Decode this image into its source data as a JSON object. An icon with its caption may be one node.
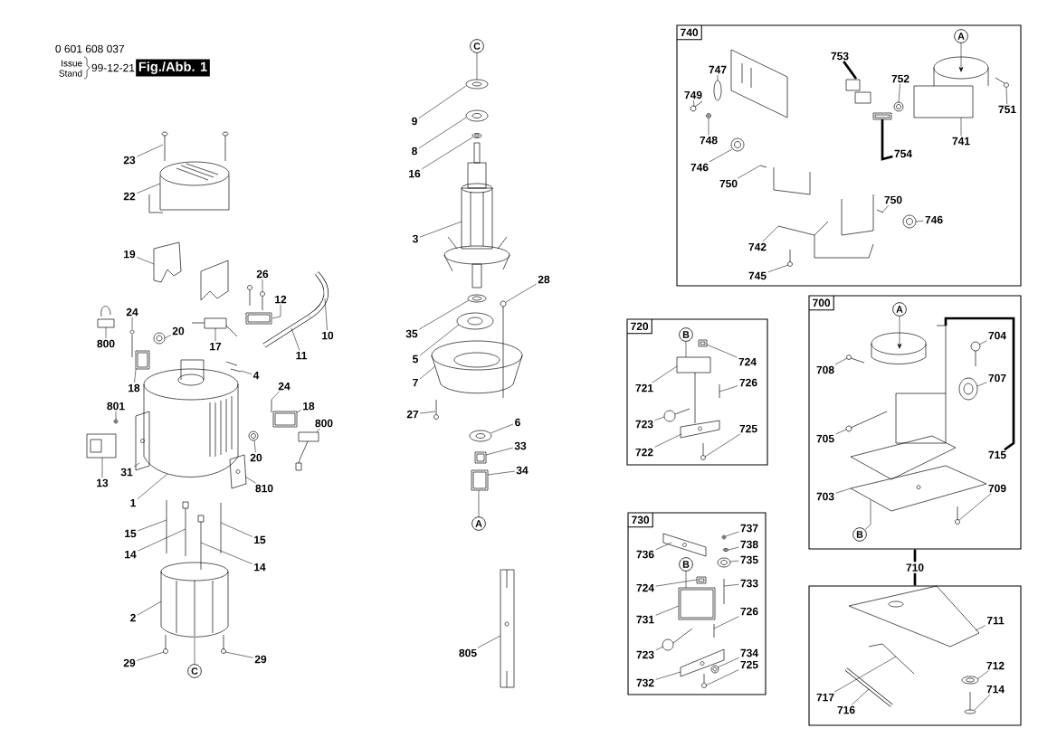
{
  "diagram": {
    "nodes": [
      {
        "text": [
          "Fig./Abb. 1"
        ]
      },
      {
        "text": [
          "23"
        ]
      },
      {
        "text": [],
        "shape": "picture"
      },
      {
        "text": [
          "22"
        ]
      },
      {
        "text": [],
        "shape": "picture"
      },
      {
        "text": [
          "19"
        ]
      },
      {
        "text": [],
        "shape": "picture"
      },
      {
        "text": [
          "26"
        ]
      },
      {
        "text": [],
        "shape": "picture"
      },
      {
        "text": [
          "12"
        ]
      },
      {
        "text": [],
        "shape": "picture"
      },
      {
        "text": [
          "10"
        ]
      },
      {
        "text": [],
        "shape": "picture"
      },
      {
        "text": [
          "24"
        ]
      },
      {
        "text": [],
        "shape": "picture"
      },
      {
        "text": [
          "20"
        ]
      },
      {
        "text": [],
        "shape": "picture"
      },
      {
        "text": [
          "800"
        ]
      },
      {
        "text": [],
        "shape": "picture"
      },
      {
        "text": [
          "17"
        ]
      },
      {
        "text": [],
        "shape": "picture"
      },
      {
        "text": [
          "11"
        ]
      },
      {
        "text": [],
        "shape": "picture"
      },
      {
        "text": [
          "4"
        ]
      },
      {
        "text": [],
        "shape": "picture"
      },
      {
        "text": [
          "18"
        ]
      },
      {
        "text": [],
        "shape": "picture"
      },
      {
        "text": [
          "801"
        ]
      },
      {
        "text": [],
        "shape": "picture"
      },
      {
        "text": [
          "24"
        ]
      },
      {
        "text": [],
        "shape": "picture"
      },
      {
        "text": [
          "18"
        ]
      },
      {
        "text": [],
        "shape": "picture"
      },
      {
        "text": [
          "800"
        ]
      },
      {
        "text": [],
        "shape": "picture"
      },
      {
        "text": [
          "31"
        ]
      },
      {
        "text": [],
        "shape": "picture"
      },
      {
        "text": [
          "13"
        ]
      },
      {
        "text": [],
        "shape": "picture"
      },
      {
        "text": [
          "20"
        ]
      },
      {
        "text": [],
        "shape": "picture"
      },
      {
        "text": [
          "810"
        ]
      },
      {
        "text": [],
        "shape": "picture"
      },
      {
        "text": [
          "1"
        ]
      },
      {
        "text": [],
        "shape": "picture"
      },
      {
        "text": [
          "15"
        ]
      },
      {
        "text": [],
        "shape": "picture"
      },
      {
        "text": [
          "14"
        ]
      },
      {
        "text": [],
        "shape": "picture"
      },
      {
        "text": [
          "15"
        ]
      },
      {
        "text": [],
        "shape": "picture"
      },
      {
        "text": [
          "14"
        ]
      },
      {
        "text": [],
        "shape": "picture"
      },
      {
        "text": [
          "2"
        ]
      },
      {
        "text": [],
        "shape": "picture"
      },
      {
        "text": [
          "29"
        ]
      },
      {
        "text": [],
        "shape": "picture"
      },
      {
        "text": [
          "C"
        ]
      },
      {
        "text": [
          "29"
        ]
      },
      {
        "text": [],
        "shape": "picture"
      },
      {
        "text": [
          "C"
        ]
      },
      {
        "text": [
          "9"
        ]
      },
      {
        "text": [],
        "shape": "picture"
      },
      {
        "text": [
          "8"
        ]
      },
      {
        "text": [],
        "shape": "picture"
      },
      {
        "text": [
          "16"
        ]
      },
      {
        "text": [],
        "shape": "picture"
      },
      {
        "text": [
          "3"
        ]
      },
      {
        "text": [],
        "shape": "picture"
      },
      {
        "text": [
          "28"
        ]
      },
      {
        "text": [],
        "shape": "picture"
      },
      {
        "text": [
          "35"
        ]
      },
      {
        "text": [],
        "shape": "picture"
      },
      {
        "text": [
          "5"
        ]
      },
      {
        "text": [],
        "shape": "picture"
      },
      {
        "text": [
          "7"
        ]
      },
      {
        "text": [],
        "shape": "picture"
      },
      {
        "text": [
          "27"
        ]
      },
      {
        "text": [],
        "shape": "picture"
      },
      {
        "text": [
          "6"
        ]
      },
      {
        "text": [],
        "shape": "picture"
      },
      {
        "text": [
          "33"
        ]
      },
      {
        "text": [],
        "shape": "picture"
      },
      {
        "text": [
          "34"
        ]
      },
      {
        "text": [],
        "shape": "picture"
      },
      {
        "text": [
          "A"
        ]
      },
      {
        "text": [
          "805"
        ]
      },
      {
        "text": [],
        "shape": "picture"
      },
      {
        "text": [
          "740"
        ]
      },
      {
        "text": [
          "A"
        ],
        "in": 88
      },
      {
        "text": [
          "753"
        ],
        "in": 88
      },
      {
        "text": [],
        "shape": "picture",
        "in": 88
      },
      {
        "text": [
          "747"
        ],
        "in": 88
      },
      {
        "text": [],
        "shape": "picture",
        "in": 88
      },
      {
        "text": [
          "752"
        ],
        "in": 88
      },
      {
        "text": [],
        "shape": "picture",
        "in": 88
      },
      {
        "text": [
          "749"
        ],
        "in": 88
      },
      {
        "text": [],
        "shape": "picture",
        "in": 88
      },
      {
        "text": [
          "751"
        ],
        "in": 88
      },
      {
        "text": [],
        "shape": "picture",
        "in": 88
      },
      {
        "text": [
          "748"
        ],
        "in": 88
      },
      {
        "text": [],
        "shape": "picture",
        "in": 88
      },
      {
        "text": [
          "741"
        ],
        "in": 88
      },
      {
        "text": [],
        "shape": "picture",
        "in": 88
      },
      {
        "text": [
          "746"
        ],
        "in": 88
      },
      {
        "text": [],
        "shape": "picture",
        "in": 88
      },
      {
        "text": [
          "754"
        ],
        "in": 88
      },
      {
        "text": [],
        "shape": "picture",
        "in": 88
      },
      {
        "text": [
          "750"
        ],
        "in": 88
      },
      {
        "text": [],
        "shape": "picture",
        "in": 88
      },
      {
        "text": [
          "750"
        ],
        "in": 88
      },
      {
        "text": [],
        "shape": "picture",
        "in": 88
      },
      {
        "text": [
          "746"
        ],
        "in": 88
      },
      {
        "text": [],
        "shape": "picture",
        "in": 88
      },
      {
        "text": [
          "742"
        ],
        "in": 88
      },
      {
        "text": [],
        "shape": "picture",
        "in": 88
      },
      {
        "text": [
          "745"
        ],
        "in": 88
      },
      {
        "text": [],
        "shape": "picture",
        "in": 88
      },
      {
        "text": [
          "720"
        ]
      },
      {
        "text": [
          "B"
        ],
        "in": 118
      },
      {
        "text": [
          "724"
        ],
        "in": 118
      },
      {
        "text": [],
        "shape": "picture",
        "in": 118
      },
      {
        "text": [
          "721"
        ],
        "in": 118
      },
      {
        "text": [],
        "shape": "picture",
        "in": 118
      },
      {
        "text": [
          "726"
        ],
        "in": 118
      },
      {
        "text": [],
        "shape": "picture",
        "in": 118
      },
      {
        "text": [
          "723"
        ],
        "in": 118
      },
      {
        "text": [],
        "shape": "picture",
        "in": 118
      },
      {
        "text": [
          "725"
        ],
        "in": 118
      },
      {
        "text": [],
        "shape": "picture",
        "in": 118
      },
      {
        "text": [
          "722"
        ],
        "in": 118
      },
      {
        "text": [],
        "shape": "picture",
        "in": 118
      },
      {
        "text": [
          "730"
        ]
      },
      {
        "text": [
          "736"
        ],
        "in": 132
      },
      {
        "text": [],
        "shape": "picture",
        "in": 132
      },
      {
        "text": [
          "737"
        ],
        "in": 132
      },
      {
        "text": [],
        "shape": "picture",
        "in": 132
      },
      {
        "text": [
          "738"
        ],
        "in": 132
      },
      {
        "text": [],
        "shape": "picture",
        "in": 132
      },
      {
        "text": [
          "735"
        ],
        "in": 132
      },
      {
        "text": [],
        "shape": "picture",
        "in": 132
      },
      {
        "text": [
          "B"
        ],
        "in": 132
      },
      {
        "text": [
          "724"
        ],
        "in": 132
      },
      {
        "text": [],
        "shape": "picture",
        "in": 132
      },
      {
        "text": [
          "733"
        ],
        "in": 132
      },
      {
        "text": [],
        "shape": "picture",
        "in": 132
      },
      {
        "text": [
          "731"
        ],
        "in": 132
      },
      {
        "text": [],
        "shape": "picture",
        "in": 132
      },
      {
        "text": [
          "726"
        ],
        "in": 132
      },
      {
        "text": [],
        "shape": "picture",
        "in": 132
      },
      {
        "text": [
          "723"
        ],
        "in": 132
      },
      {
        "text": [],
        "shape": "picture",
        "in": 132
      },
      {
        "text": [
          "734"
        ],
        "in": 132
      },
      {
        "text": [],
        "shape": "picture",
        "in": 132
      },
      {
        "text": [
          "725"
        ],
        "in": 132
      },
      {
        "text": [],
        "shape": "picture",
        "in": 132
      },
      {
        "text": [
          "732"
        ],
        "in": 132
      },
      {
        "text": [],
        "shape": "picture",
        "in": 132
      },
      {
        "text": [
          "700"
        ]
      },
      {
        "text": [
          "A"
        ],
        "in": 158
      },
      {
        "text": [
          "704"
        ],
        "in": 158
      },
      {
        "text": [],
        "shape": "picture",
        "in": 158
      },
      {
        "text": [
          "708"
        ],
        "in": 158
      },
      {
        "text": [],
        "shape": "picture",
        "in": 158
      },
      {
        "text": [
          "707"
        ],
        "in": 158
      },
      {
        "text": [],
        "shape": "picture",
        "in": 158
      },
      {
        "text": [
          "705"
        ],
        "in": 158
      },
      {
        "text": [],
        "shape": "picture",
        "in": 158
      },
      {
        "text": [
          "715"
        ],
        "in": 158
      },
      {
        "text": [],
        "shape": "picture",
        "in": 158
      },
      {
        "text": [
          "703"
        ],
        "in": 158
      },
      {
        "text": [],
        "shape": "picture",
        "in": 158
      },
      {
        "text": [
          "709"
        ],
        "in": 158
      },
      {
        "text": [],
        "shape": "picture",
        "in": 158
      },
      {
        "text": [
          "B"
        ],
        "in": 158
      },
      {
        "text": [],
        "shape": "box"
      },
      {
        "text": [
          "711"
        ],
        "in": 175
      },
      {
        "text": [],
        "shape": "picture",
        "in": 175
      },
      {
        "text": [
          "712"
        ],
        "in": 175
      },
      {
        "text": [],
        "shape": "picture",
        "in": 175
      },
      {
        "text": [
          "717"
        ],
        "in": 175
      },
      {
        "text": [],
        "shape": "picture",
        "in": 175
      },
      {
        "text": [
          "714"
        ],
        "in": 175
      },
      {
        "text": [],
        "shape": "picture",
        "in": 175
      },
      {
        "text": [
          "716"
        ],
        "in": 175
      },
      {
        "text": [],
        "shape": "picture",
        "in": 175
      }
    ],
    "edges": [
      {
        "from": 1,
        "to": 2,
        "arrow": "none"
      },
      {
        "from": 3,
        "to": 4,
        "arrow": "none"
      },
      {
        "from": 5,
        "to": 6,
        "arrow": "none"
      },
      {
        "from": 7,
        "to": 8,
        "arrow": "none"
      },
      {
        "from": 9,
        "to": 10,
        "arrow": "none"
      },
      {
        "from": 11,
        "to": 12,
        "arrow": "none"
      },
      {
        "from": 13,
        "to": 14,
        "arrow": "none"
      },
      {
        "from": 15,
        "to": 16,
        "arrow": "none"
      },
      {
        "from": 17,
        "to": 18,
        "arrow": "none"
      },
      {
        "from": 19,
        "to": 20,
        "arrow": "none"
      },
      {
        "from": 21,
        "to": 22,
        "arrow": "none"
      },
      {
        "from": 23,
        "to": 24,
        "arrow": "none"
      },
      {
        "from": 25,
        "to": 26,
        "arrow": "none"
      },
      {
        "from": 27,
        "to": 28,
        "arrow": "none"
      },
      {
        "from": 29,
        "to": 30,
        "arrow": "none"
      },
      {
        "from": 31,
        "to": 32,
        "arrow": "none"
      },
      {
        "from": 33,
        "to": 34,
        "arrow": "none"
      },
      {
        "from": 35,
        "to": 36,
        "arrow": "none"
      },
      {
        "from": 37,
        "to": 38,
        "arrow": "none"
      },
      {
        "from": 39,
        "to": 40,
        "arrow": "none"
      },
      {
        "from": 41,
        "to": 42,
        "arrow": "none"
      },
      {
        "from": 43,
        "to": 44,
        "arrow": "none"
      },
      {
        "from": 45,
        "to": 46,
        "arrow": "none"
      },
      {
        "from": 47,
        "to": 48,
        "arrow": "none"
      },
      {
        "from": 49,
        "to": 50,
        "arrow": "none"
      },
      {
        "from": 51,
        "to": 52,
        "arrow": "none"
      },
      {
        "from": 53,
        "to": 54,
        "arrow": "none"
      },
      {
        "from": 55,
        "to": 56,
        "arrow": "none"
      },
      {
        "from": 57,
        "to": 54,
        "arrow": "none"
      },
      {
        "from": 58,
        "to": 59,
        "arrow": "none"
      },
      {
        "from": 60,
        "to": 62,
        "arrow": "none"
      },
      {
        "from": 61,
        "to": 62,
        "arrow": "none"
      },
      {
        "from": 63,
        "to": 64,
        "arrow": "none"
      },
      {
        "from": 65,
        "to": 66,
        "arrow": "none"
      },
      {
        "from": 67,
        "to": 68,
        "arrow": "none"
      },
      {
        "from": 69,
        "to": 70,
        "arrow": "none"
      },
      {
        "from": 71,
        "to": 72,
        "arrow": "none"
      },
      {
        "from": 73,
        "to": 74,
        "arrow": "none"
      },
      {
        "from": 75,
        "to": 76,
        "arrow": "none"
      },
      {
        "from": 77,
        "to": 78,
        "arrow": "none"
      },
      {
        "from": 79,
        "to": 80,
        "arrow": "none"
      },
      {
        "from": 81,
        "to": 82,
        "arrow": "none"
      },
      {
        "from": 83,
        "to": 84,
        "arrow": "none"
      },
      {
        "from": 85,
        "to": 84,
        "arrow": "none"
      },
      {
        "from": 86,
        "to": 87,
        "arrow": "none"
      },
      {
        "from": 89,
        "to": 103,
        "arrow": "to"
      },
      {
        "from": 90,
        "to": 91,
        "arrow": "none",
        "style": "thick"
      },
      {
        "from": 92,
        "to": 93,
        "arrow": "none"
      },
      {
        "from": 94,
        "to": 95,
        "arrow": "none"
      },
      {
        "from": 96,
        "to": 97,
        "arrow": "none"
      },
      {
        "from": 98,
        "to": 99,
        "arrow": "none"
      },
      {
        "from": 100,
        "to": 101,
        "arrow": "none"
      },
      {
        "from": 102,
        "to": 103,
        "arrow": "none"
      },
      {
        "from": 104,
        "to": 105,
        "arrow": "none"
      },
      {
        "from": 106,
        "to": 107,
        "arrow": "none",
        "style": "thick"
      },
      {
        "from": 108,
        "to": 109,
        "arrow": "none"
      },
      {
        "from": 110,
        "to": 111,
        "arrow": "none"
      },
      {
        "from": 112,
        "to": 113,
        "arrow": "none"
      },
      {
        "from": 114,
        "to": 115,
        "arrow": "none"
      },
      {
        "from": 116,
        "to": 117,
        "arrow": "none"
      },
      {
        "from": 119,
        "to": 123,
        "arrow": "none"
      },
      {
        "from": 120,
        "to": 121,
        "arrow": "none"
      },
      {
        "from": 122,
        "to": 123,
        "arrow": "none"
      },
      {
        "from": 124,
        "to": 125,
        "arrow": "none"
      },
      {
        "from": 126,
        "to": 127,
        "arrow": "none"
      },
      {
        "from": 128,
        "to": 129,
        "arrow": "none"
      },
      {
        "from": 130,
        "to": 131,
        "arrow": "none"
      },
      {
        "from": 133,
        "to": 134,
        "arrow": "none"
      },
      {
        "from": 135,
        "to": 136,
        "arrow": "none"
      },
      {
        "from": 137,
        "to": 138,
        "arrow": "none"
      },
      {
        "from": 139,
        "to": 140,
        "arrow": "none"
      },
      {
        "from": 141,
        "to": 147,
        "arrow": "none"
      },
      {
        "from": 142,
        "to": 143,
        "arrow": "none"
      },
      {
        "from": 144,
        "to": 145,
        "arrow": "none"
      },
      {
        "from": 146,
        "to": 147,
        "arrow": "none"
      },
      {
        "from": 148,
        "to": 149,
        "arrow": "none"
      },
      {
        "from": 150,
        "to": 151,
        "arrow": "none"
      },
      {
        "from": 152,
        "to": 153,
        "arrow": "none"
      },
      {
        "from": 154,
        "to": 155,
        "arrow": "none"
      },
      {
        "from": 156,
        "to": 157,
        "arrow": "none"
      },
      {
        "from": 159,
        "to": 169,
        "arrow": "to"
      },
      {
        "from": 160,
        "to": 161,
        "arrow": "none"
      },
      {
        "from": 162,
        "to": 163,
        "arrow": "none"
      },
      {
        "from": 164,
        "to": 165,
        "arrow": "none"
      },
      {
        "from": 166,
        "to": 167,
        "arrow": "none"
      },
      {
        "from": 168,
        "to": 169,
        "arrow": "none",
        "style": "thick"
      },
      {
        "from": 170,
        "to": 171,
        "arrow": "none"
      },
      {
        "from": 172,
        "to": 173,
        "arrow": "none"
      },
      {
        "from": 174,
        "to": 171,
        "arrow": "none"
      },
      {
        "from": 176,
        "to": 177,
        "arrow": "none"
      },
      {
        "from": 178,
        "to": 179,
        "arrow": "none"
      },
      {
        "from": 180,
        "to": 181,
        "arrow": "none"
      },
      {
        "from": 182,
        "to": 183,
        "arrow": "none"
      },
      {
        "from": 184,
        "to": 185,
        "arrow": "none"
      },
      {
        "from": 158,
        "to": 175,
        "arrow": "none",
        "label": "710",
        "style": "thick"
      }
    ],
    "labels": [
      "0 601 608 037",
      "Issue",
      "Stand",
      "99-12-21"
    ]
  }
}
